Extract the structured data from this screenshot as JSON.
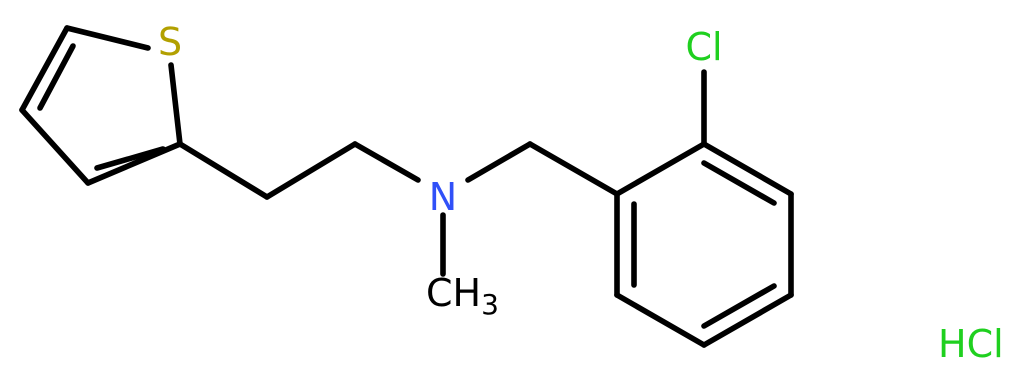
{
  "molecule": {
    "atoms": {
      "sulfur": "S",
      "nitrogen": "N",
      "chlorine": "Cl",
      "methyl_c": "CH",
      "methyl_sub": "3",
      "salt": "HCl"
    },
    "colors": {
      "bond": "#000000",
      "sulfur": "#b2a000",
      "nitrogen": "#3050f8",
      "chlorine": "#1fd01f",
      "carbon": "#000000"
    }
  }
}
